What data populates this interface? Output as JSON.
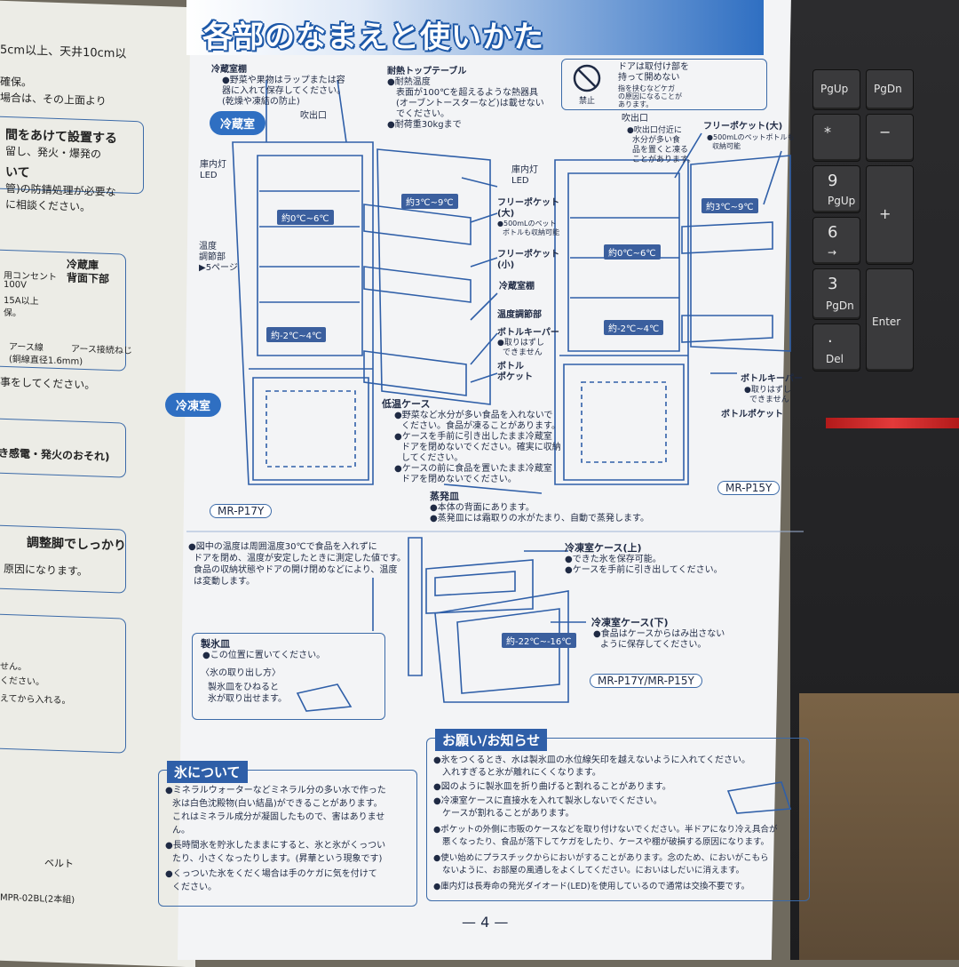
{
  "title": "各部のなまえと使いかた",
  "top_labels": {
    "fridge_shelf": "冷蔵室棚",
    "fridge_shelf_note": [
      "●野菜や果物はラップまたは容",
      "器に入れて保存してください。",
      "(乾燥や凍結の防止)"
    ],
    "heat_table": "耐熱トップテーブル",
    "heat_table_note": [
      "●耐熱温度",
      "表面が100℃を超えるような熱器具",
      "(オーブントースターなど)は載せない",
      "でください。",
      "●耐荷重30kgまで"
    ],
    "warning_note": [
      "ドアは取付け部を",
      "持って開めない",
      "指を挟むなどケガ",
      "の原因になることが",
      "あります。"
    ],
    "prohibited": "禁止"
  },
  "sections": {
    "fridge": "冷蔵室",
    "freezer": "冷凍室"
  },
  "left_diagram": {
    "outlet": "吹出口",
    "lamp": [
      "庫内灯",
      "LED"
    ],
    "temp_control": [
      "温度",
      "調節部",
      "▶5ページ"
    ],
    "free_pocket_large": [
      "フリーポケット",
      "(大)"
    ],
    "free_pocket_large_note": [
      "●500mLのペット",
      "ボトルも収納可能"
    ],
    "free_pocket_small": [
      "フリーポケット",
      "(小)"
    ],
    "fridge_shelf2": "冷蔵室棚",
    "temp_control2": "温度調節部",
    "bottle_keeper": "ボトルキーパー",
    "bottle_keeper_note": [
      "●取りはずし",
      "できません"
    ],
    "bottle_pocket": [
      "ボトル",
      "ポケット"
    ],
    "temp_a": "約3℃~9℃",
    "temp_b": "約0℃~6℃",
    "temp_c": "約-2℃~4℃",
    "model": "MR-P17Y"
  },
  "right_diagram": {
    "outlet": "吹出口",
    "outlet_note": [
      "●吹出口付近に",
      "水分が多い食",
      "品を置くと凍る",
      "ことがあります。"
    ],
    "lamp": [
      "庫内灯",
      "LED"
    ],
    "free_pocket_large": "フリーポケット(大)",
    "free_pocket_large_note": [
      "●500mLのペットボトルも",
      "収納可能"
    ],
    "bottle_keeper": "ボトルキーパー",
    "bottle_keeper_note": [
      "●取りはずし",
      "できません"
    ],
    "bottle_pocket": "ボトルポケット",
    "temp_a": "約3℃~9℃",
    "temp_b": "約0℃~6℃",
    "temp_c": "約-2℃~4℃",
    "model": "MR-P15Y"
  },
  "low_temp_case": {
    "label": "低温ケース",
    "notes": [
      "●野菜など水分が多い食品を入れないで",
      "ください。食品が凍ることがあります。",
      "●ケースを手前に引き出したまま冷蔵室",
      "ドアを閉めないでください。確実に収納",
      "してください。",
      "●ケースの前に食品を置いたまま冷蔵室",
      "ドアを閉めないでください。"
    ]
  },
  "evap_tray": {
    "label": "蒸発皿",
    "notes": [
      "●本体の背面にあります。",
      "●蒸発皿には霜取りの水がたまり、自動で蒸発します。"
    ]
  },
  "temp_note": [
    "●図中の温度は周囲温度30℃で食品を入れずに",
    "ドアを閉め、温度が安定したときに測定した値です。",
    "食品の収納状態やドアの開け閉めなどにより、温度",
    "は変動します。"
  ],
  "freezer_upper": {
    "label": "冷凍室ケース(上)",
    "notes": [
      "●できた氷を保存可能。",
      "●ケースを手前に引き出してください。"
    ]
  },
  "freezer_lower": {
    "label": "冷凍室ケース(下)",
    "notes": [
      "●食品はケースからはみ出さない",
      "ように保存してください。"
    ]
  },
  "freezer_temp": "約-22℃~-16℃",
  "freezer_model": "MR-P17Y/MR-P15Y",
  "ice_tray": {
    "label": "製氷皿",
    "note": "●この位置に置いてください。",
    "how_title": "〈氷の取り出し方〉",
    "how": [
      "製氷皿をひねると",
      "氷が取り出せます。"
    ]
  },
  "ice_section": {
    "title": "氷について",
    "lines": [
      "●ミネラルウォーターなどミネラル分の多い水で作った",
      "氷は白色沈殿物(白い結晶)ができることがあります。",
      "これはミネラル成分が凝固したもので、害はありませ",
      "ん。",
      "●長時間氷を貯氷したままにすると、氷と氷がくっつい",
      "たり、小さくなったりします。(昇華という現象です)",
      "●くっついた氷をくだく場合は手のケガに気を付けて",
      "ください。"
    ]
  },
  "notice_section": {
    "title": "お願い/お知らせ",
    "lines": [
      "●氷をつくるとき、水は製氷皿の水位線矢印を越えないように入れてください。",
      "入れすぎると氷が離れにくくなります。",
      "●図のように製氷皿を折り曲げると割れることがあります。",
      "●冷凍室ケースに直接水を入れて製氷しないでください。",
      "ケースが割れることがあります。",
      "●ポケットの外側に市販のケースなどを取り付けないでください。半ドアになり冷え具合が",
      "悪くなったり、食品が落下してケガをしたり、ケースや棚が破損する原因になります。",
      "●使い始めにプラスチックからにおいがすることがあります。念のため、においがこもら",
      "ないように、お部屋の風通しをよくしてください。においはしだいに消えます。",
      "●庫内灯は長寿命の発光ダイオード(LED)を使用しているので通常は交換不要です。"
    ]
  },
  "page_number": "— 4 —",
  "left_page": {
    "lines": [
      "5cm以上、天井10cm以",
      "確保。",
      "場合は、その上面より",
      "間をあけて設置する",
      "留し、発火・爆発の",
      "いて",
      "管)の防錆処理が必要な",
      "に相談ください。",
      "冷蔵庫",
      "背面下部",
      "用コンセント",
      "100V",
      "15A以上",
      "保。",
      "アース線",
      "(銅線直径1.6mm)",
      "アース接続ねじ",
      "事をしてください。",
      "き感電・発火のおそれ)",
      "調整脚でしっかり",
      "原因になります。",
      "せん。",
      "ください。",
      "えてから入れる。",
      "ベルト",
      "MPR-02BL(2本組)"
    ]
  },
  "keyboard": {
    "k1": "PgUp",
    "k2": "PgDn",
    "k3": "*",
    "k4": "−",
    "k5a": "9",
    "k5b": "PgUp",
    "k6": "+",
    "k7a": "6",
    "k7b": "→",
    "k8a": "3",
    "k8b": "PgDn",
    "k9": "Enter",
    "k10a": ".",
    "k10b": "Del"
  }
}
